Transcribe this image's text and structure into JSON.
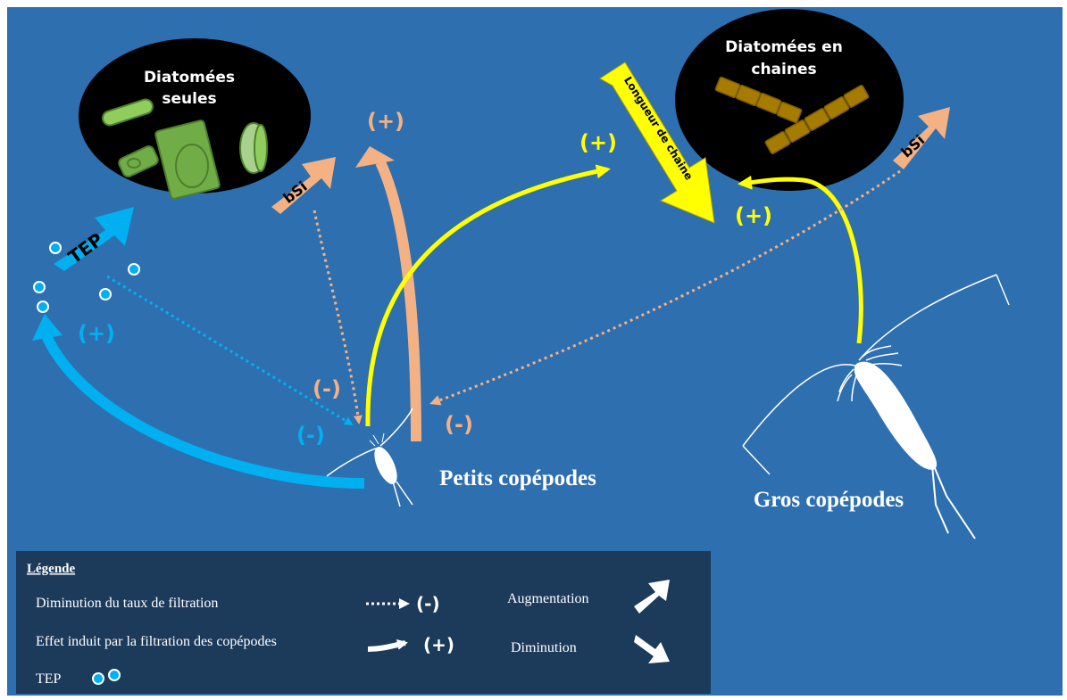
{
  "colors": {
    "background": "#2e6faf",
    "legend_bg": "#1c3a5a",
    "blue_arrow": "#00b0f0",
    "yellow_arrow": "#ffff00",
    "salmon_arrow": "#f4b183",
    "diatom_green": "#70ad47",
    "diatom_brown": "#a67c00",
    "white": "#ffffff"
  },
  "nodes": {
    "solo_diatoms": "Diatomées seules",
    "solo_diatoms_line1": "Diatomées",
    "solo_diatoms_line2": "seules",
    "chain_diatoms_line1": "Diatomées en",
    "chain_diatoms_line2": "chaines",
    "small_copepods": "Petits copépodes",
    "large_copepods": "Gros copépodes"
  },
  "arrows": {
    "tep": "TEP",
    "bsi_left": "bSi",
    "bsi_right": "bSi",
    "chain_length": "Longueur de chaine"
  },
  "signs": {
    "tep_plus": "(+)",
    "tep_minus": "(-)",
    "bsi_left_minus": "(-)",
    "bsi_left_plus": "(+)",
    "yellow_plus": "(+)",
    "chain_plus": "(+)",
    "bsi_right_minus": "(-)"
  },
  "legend": {
    "title": "Légende",
    "filtration_decrease": "Diminution du taux de filtration",
    "filtration_effect": "Effet induit par la filtration des copépodes",
    "tep": "TEP",
    "minus_sign": "(-)",
    "plus_sign": "(+)",
    "increase": "Augmentation",
    "decrease": "Diminution"
  }
}
